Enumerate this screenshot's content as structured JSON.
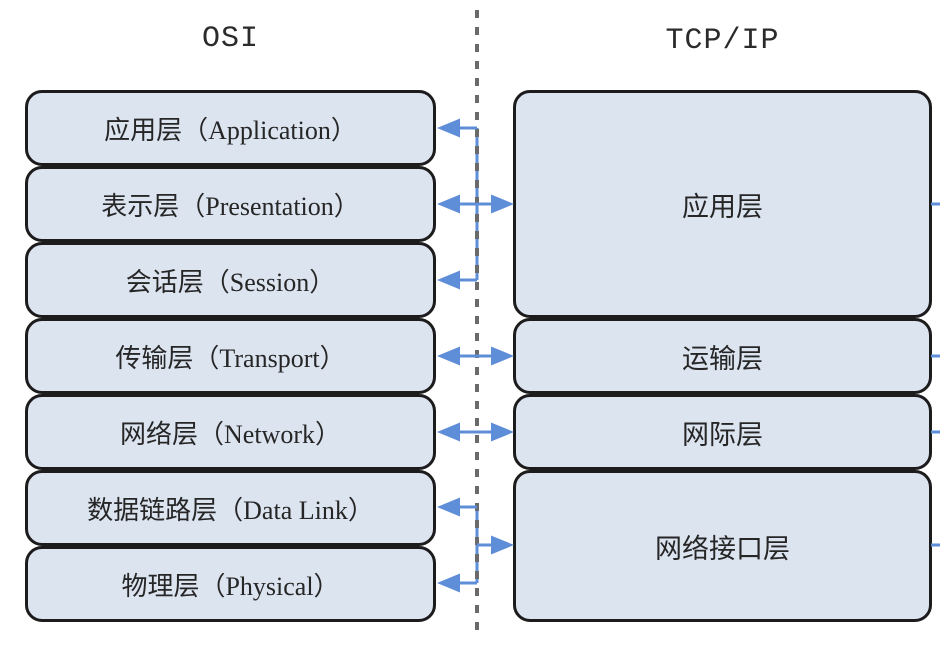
{
  "diagram": {
    "left_title": "OSI",
    "right_title": "TCP/IP",
    "osi_layers": [
      {
        "label": "应用层（Application）"
      },
      {
        "label": "表示层（Presentation）"
      },
      {
        "label": "会话层（Session）"
      },
      {
        "label": "传输层（Transport）"
      },
      {
        "label": "网络层（Network）"
      },
      {
        "label": "数据链路层（Data Link）"
      },
      {
        "label": "物理层（Physical）"
      }
    ],
    "tcpip_layers": [
      {
        "label": "应用层"
      },
      {
        "label": "运输层"
      },
      {
        "label": "网际层"
      },
      {
        "label": "网络接口层"
      }
    ],
    "connections": [
      {
        "from": "TCP/IP 应用层",
        "to": "OSI 应用层 / 表示层 / 会话层",
        "style": "bidirectional-bundle"
      },
      {
        "from": "OSI 传输层",
        "to": "TCP/IP 运输层",
        "style": "bidirectional"
      },
      {
        "from": "OSI 网络层",
        "to": "TCP/IP 网际层",
        "style": "bidirectional"
      },
      {
        "from": "TCP/IP 网络接口层",
        "to": "OSI 数据链路层 / 物理层",
        "style": "bidirectional-bundle"
      }
    ],
    "colors": {
      "box_fill": "#dce4f0",
      "box_border": "#1c1c1c",
      "arrow_blue": "#5f8ed8",
      "divider_gray": "#6a6a6a"
    }
  }
}
